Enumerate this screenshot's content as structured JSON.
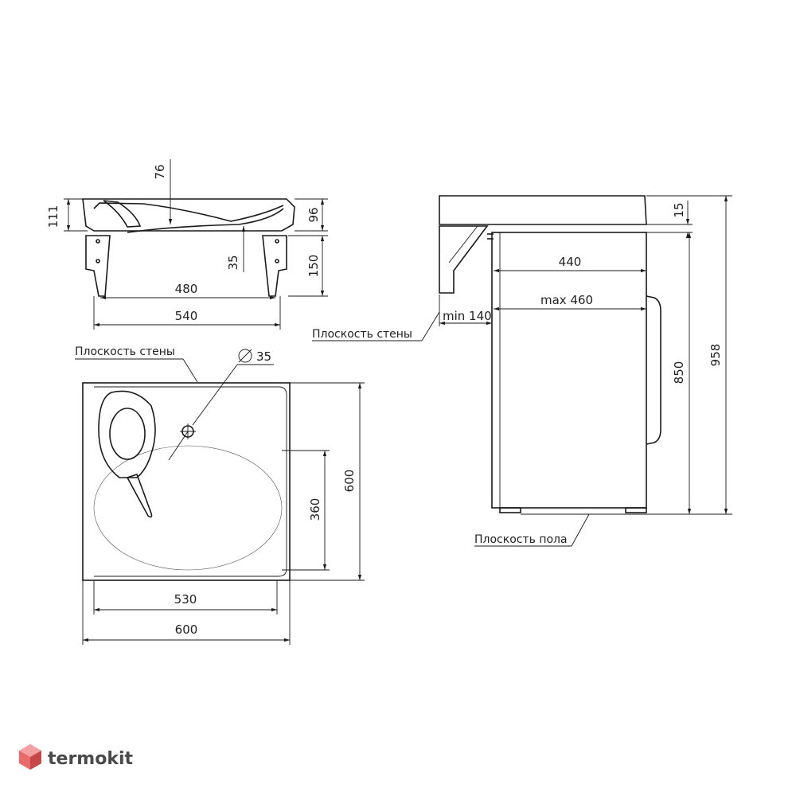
{
  "brand": {
    "name": "termokit"
  },
  "labels": {
    "wall_plane": "Плоскость стены",
    "floor_plane": "Плоскость пола"
  },
  "side_view": {
    "dims": {
      "d111": "111",
      "d76": "76",
      "d96": "96",
      "d35": "35",
      "d150": "150",
      "d480": "480",
      "d540": "540"
    }
  },
  "top_view": {
    "dims": {
      "d35": "35",
      "d360": "360",
      "d600h": "600",
      "d530": "530",
      "d600w": "600"
    }
  },
  "install_view": {
    "dims": {
      "d15": "15",
      "d440": "440",
      "dmax460": "max 460",
      "dmin140": "min 140",
      "d850": "850",
      "d958": "958"
    }
  }
}
